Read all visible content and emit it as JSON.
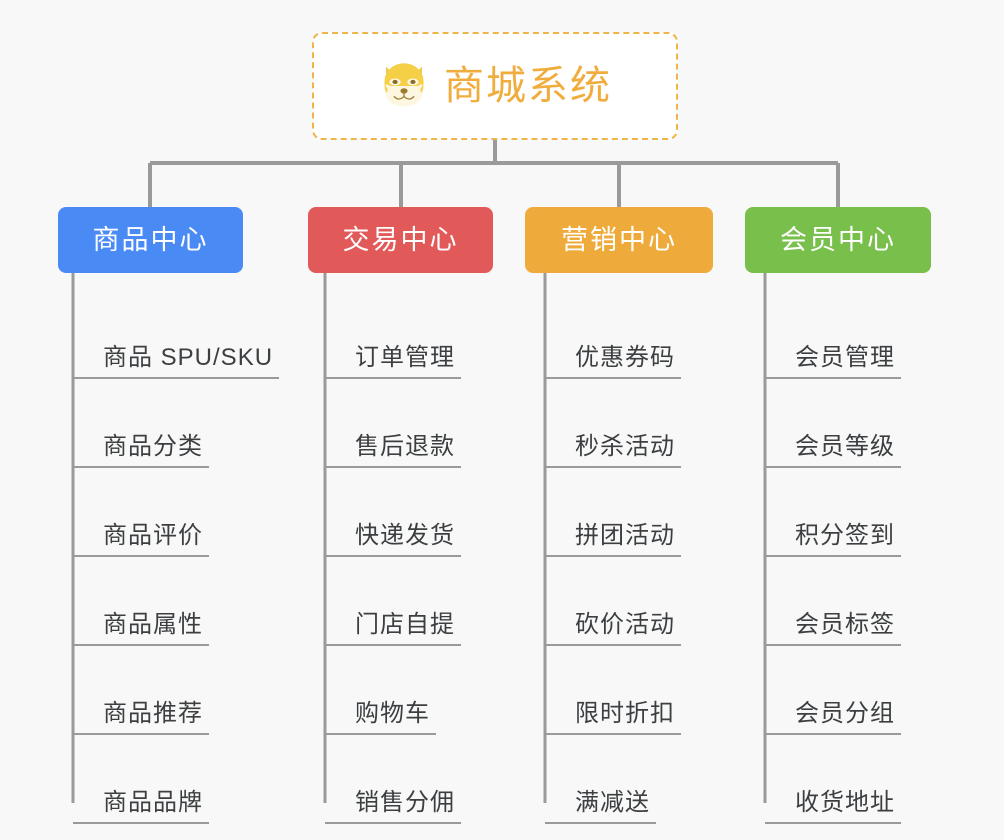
{
  "page": {
    "background_color": "#f8f8f8",
    "type": "org-chart-mindmap"
  },
  "root": {
    "title": "商城系统",
    "icon": "dog-face-emoji",
    "border_color": "#f0b44a",
    "text_color": "#f0ad3e",
    "fill_color": "#ffffff"
  },
  "chart_data": {
    "type": "tree",
    "title": "商城系统",
    "root_label": "商城系统",
    "branches": [
      {
        "label": "商品中心",
        "color": "#4a8af4",
        "children": [
          "商品 SPU/SKU",
          "商品分类",
          "商品评价",
          "商品属性",
          "商品推荐",
          "商品品牌"
        ]
      },
      {
        "label": "交易中心",
        "color": "#e2595a",
        "children": [
          "订单管理",
          "售后退款",
          "快递发货",
          "门店自提",
          "购物车",
          "销售分佣"
        ]
      },
      {
        "label": "营销中心",
        "color": "#eeab3c",
        "children": [
          "优惠券码",
          "秒杀活动",
          "拼团活动",
          "砍价活动",
          "限时折扣",
          "满减送"
        ]
      },
      {
        "label": "会员中心",
        "color": "#78bf4b",
        "children": [
          "会员管理",
          "会员等级",
          "积分签到",
          "会员标签",
          "会员分组",
          "收货地址"
        ]
      }
    ]
  },
  "columns": [
    {
      "title": "商品中心",
      "color": "#4a8af4",
      "items": [
        {
          "label": "商品 SPU/SKU"
        },
        {
          "label": "商品分类"
        },
        {
          "label": "商品评价"
        },
        {
          "label": "商品属性"
        },
        {
          "label": "商品推荐"
        },
        {
          "label": "商品品牌"
        }
      ]
    },
    {
      "title": "交易中心",
      "color": "#e2595a",
      "items": [
        {
          "label": "订单管理"
        },
        {
          "label": "售后退款"
        },
        {
          "label": "快递发货"
        },
        {
          "label": "门店自提"
        },
        {
          "label": "购物车"
        },
        {
          "label": "销售分佣"
        }
      ]
    },
    {
      "title": "营销中心",
      "color": "#eeab3c",
      "items": [
        {
          "label": "优惠券码"
        },
        {
          "label": "秒杀活动"
        },
        {
          "label": "拼团活动"
        },
        {
          "label": "砍价活动"
        },
        {
          "label": "限时折扣"
        },
        {
          "label": "满减送"
        }
      ]
    },
    {
      "title": "会员中心",
      "color": "#78bf4b",
      "items": [
        {
          "label": "会员管理"
        },
        {
          "label": "会员等级"
        },
        {
          "label": "积分签到"
        },
        {
          "label": "会员标签"
        },
        {
          "label": "会员分组"
        },
        {
          "label": "收货地址"
        }
      ]
    }
  ],
  "connector": {
    "color": "#9a9a9a"
  }
}
